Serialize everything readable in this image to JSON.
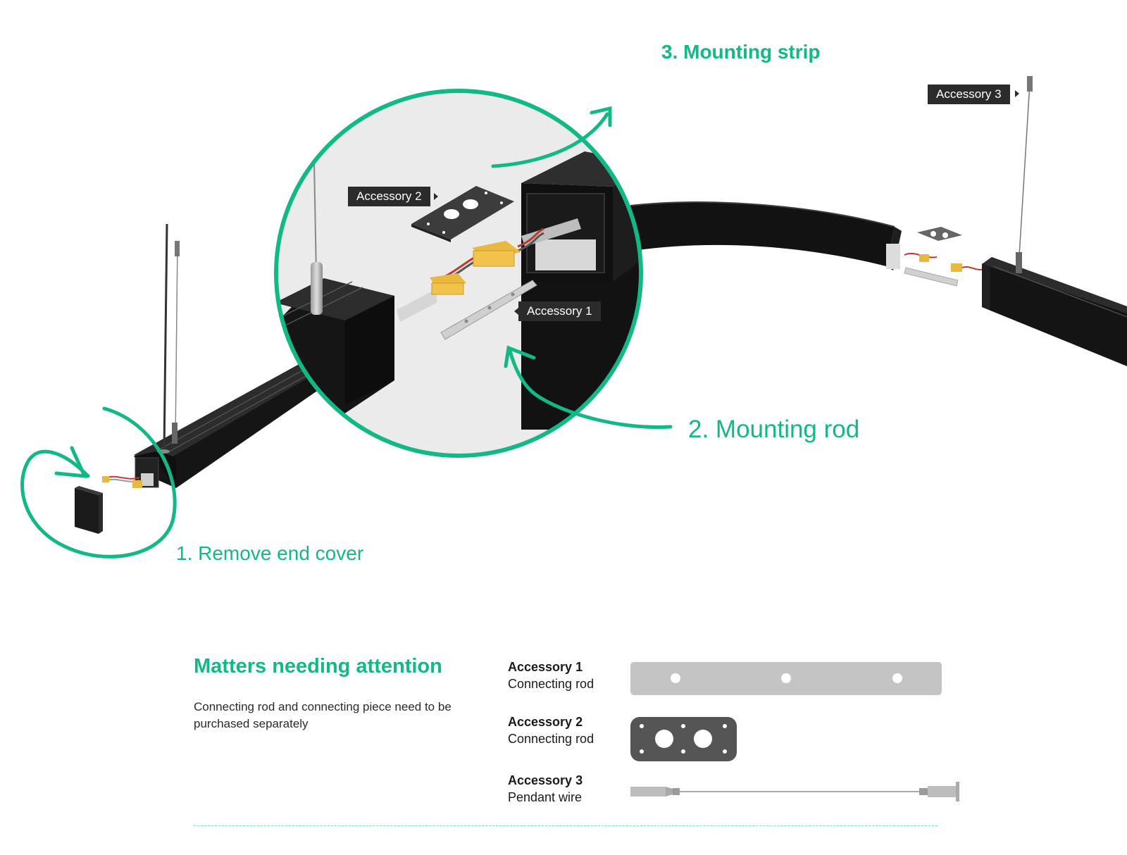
{
  "steps": {
    "step1": "1. Remove end cover",
    "step2": "2. Mounting rod",
    "step3": "3. Mounting strip"
  },
  "tags": {
    "accessory1": "Accessory 1",
    "accessory2": "Accessory 2",
    "accessory3": "Accessory 3"
  },
  "notes": {
    "title": "Matters needing attention",
    "body": "Connecting rod and connecting piece need to be purchased separately"
  },
  "accessories": [
    {
      "title": "Accessory 1",
      "subtitle": "Connecting rod"
    },
    {
      "title": "Accessory 2",
      "subtitle": "Connecting rod"
    },
    {
      "title": "Accessory 3",
      "subtitle": "Pendant wire"
    }
  ],
  "colors": {
    "accent": "#12b886",
    "profile": "#1e1e1e",
    "tag_bg": "#2b2b2b",
    "accessory_gray": "#c4c4c4",
    "plate_dark": "#555555",
    "connector": "#e8b840"
  }
}
